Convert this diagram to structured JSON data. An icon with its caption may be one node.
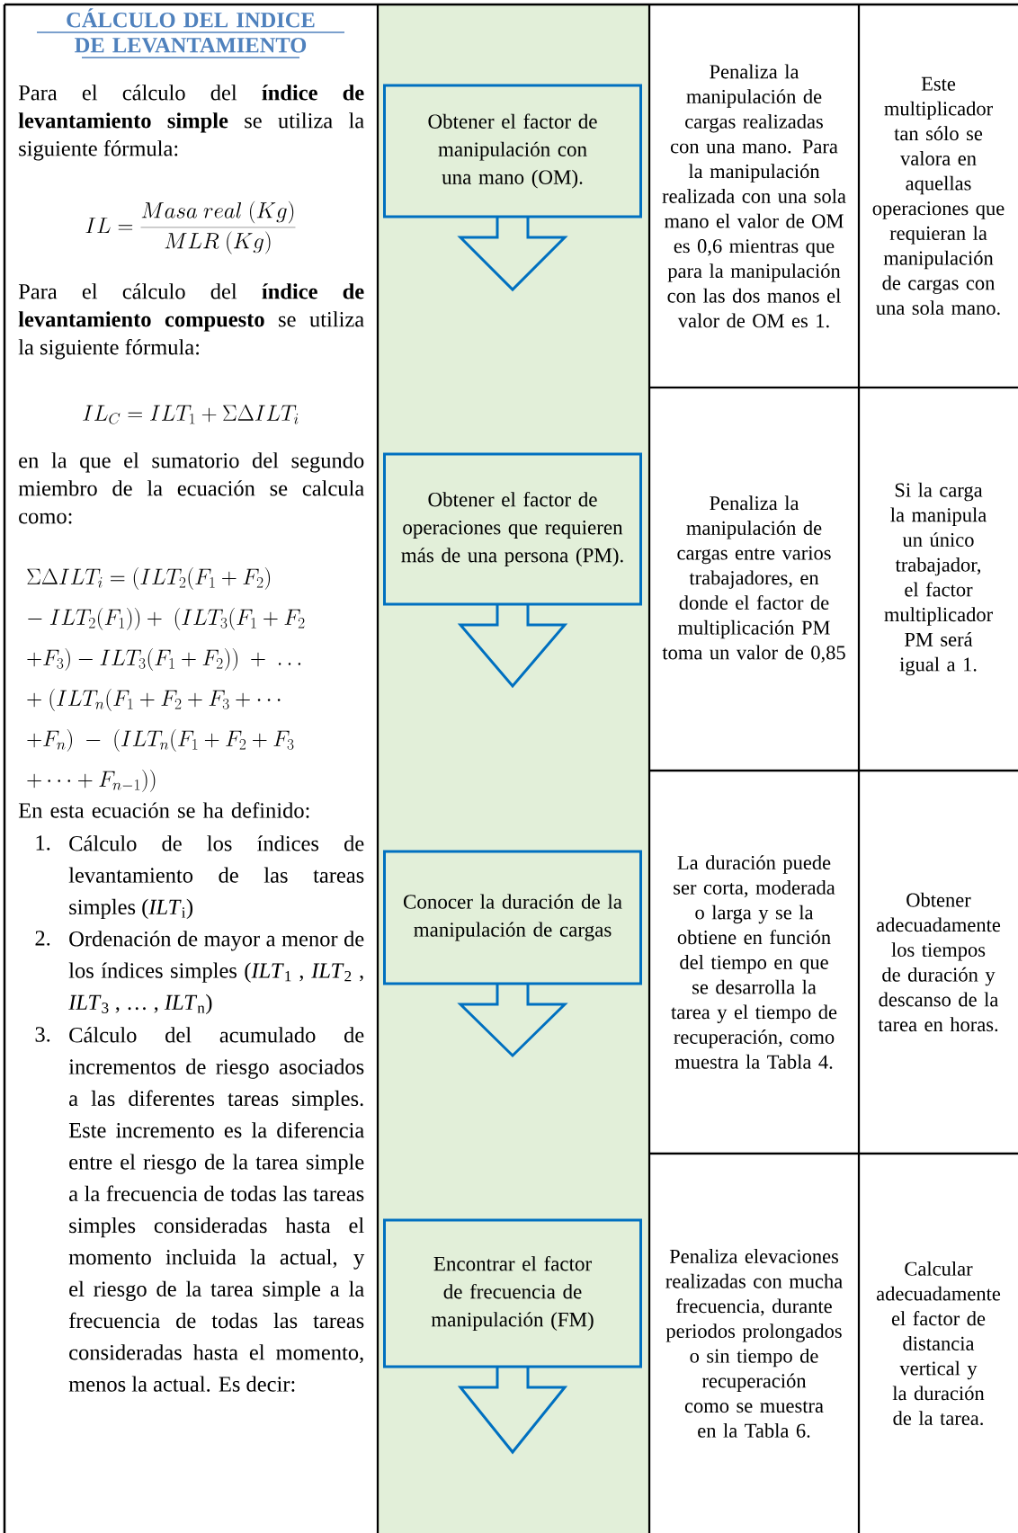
{
  "diagram": {
    "title": "CÁLCULO DEL INDICE DE LEVANTAMIENTO",
    "nodes": [
      {
        "text": [
          "Obtener el factor de manipulación con una mano (OM)."
        ]
      },
      {
        "text": [
          "Obtener el factor de operaciones que requieren más de una persona (PM)."
        ]
      },
      {
        "text": [
          "Conocer la duración de la manipulación de cargas"
        ]
      },
      {
        "text": [
          "Encontrar el factor de frecuencia de manipulación (FM)"
        ]
      }
    ],
    "labels": [
      "Para el cálculo del **índice de levantamiento simple** se utiliza la siguiente fórmula:",
      "IL = \\frac{Masa\\ real\\ (Kg)}{MLR\\ (Kg)}",
      "Para el cálculo del **índice de levantamiento compuesto** se utiliza la siguiente fórmula:",
      "IL_C = ILT_1 + \\Sigma\\Delta ILT_i",
      "en la que el sumatorio del segundo miembro de la ecuación se calcula como:",
      "\\begin{array}{l}\\Sigma\\Delta ILT_i = \\big(ILT_2(F_1+F_2)\\\\ -\\ ILT_2(F_1)\\big) +\\ (ILT_3(F_1+F_2\\\\ +F_3) - ILT_3(F_1+F_2)) \\ +\\ \\ldots\\\\ +\\ (ILT_n(F_1+F_2+F_3+\\cdots\\\\ +F_n)\\ -\\ (ILT_n(F_1+F_2+F_3\\\\ +\\cdots+F_{n-1}))\\end{array}",
      "En esta ecuación se ha definido:",
      "1.",
      "Cálculo de los índices de levantamiento de las tareas simples (*ILT*$_{i}$)",
      "2.",
      "Ordenación de mayor a menor de los índices simples (*ILT*$_{1}$ , *ILT*$_{2}$ , *ILT*$_{3}$ , … , *ILT*$_{n}$)",
      "3.",
      "Cálculo del acumulado de incrementos de riesgo asociados a las diferentes tareas simples. Este incremento es la diferencia entre el riesgo de la tarea simple a la frecuencia de todas las tareas simples consideradas hasta el momento incluida la actual, y el riesgo de la tarea simple a la frecuencia de todas las tareas consideradas hasta el momento, menos la actual. Es decir:",
      "Penaliza la manipulación de cargas realizadas con una mano. Para la manipulación realizada con una sola mano el valor de OM es 0,6 mientras que para la manipulación con las dos manos el valor de OM es 1.",
      "Este multiplicador tan sólo se valora en aquellas operaciones que requieran la manipulación de cargas con una sola mano.",
      "Penaliza la manipulación de cargas entre varios trabajadores, en donde el factor de multiplicación PM toma un valor de 0,85",
      "Si la carga la manipula un único trabajador, el factor multiplicador PM será igual a 1.",
      "La duración puede ser corta, moderada o larga y se la obtiene en función del tiempo en que se desarrolla la tarea y el tiempo de recuperación, como muestra la Tabla 4.",
      "Obtener adecuadamente los tiempos de duración y descanso de la tarea en horas.",
      "Penaliza elevaciones realizadas con mucha frecuencia, durante periodos prolongados o sin tiempo de recuperación como se muestra en la Tabla 6.",
      "Calcular adecuadamente el factor de distancia vertical y la duración de la tarea."
    ]
  }
}
